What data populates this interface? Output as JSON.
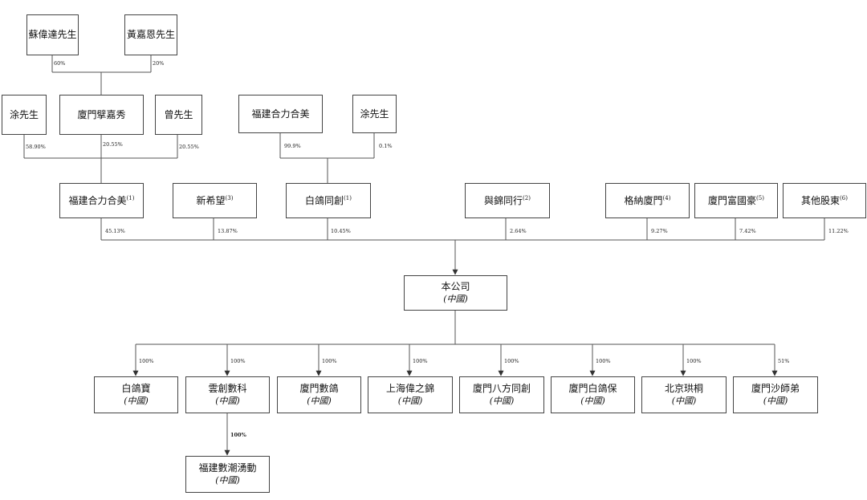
{
  "persons": {
    "su": "蘇偉達先生",
    "huang": "黃嘉恩先生",
    "tu1": "涂先生",
    "xiamen_juejia": "廈門擘嘉秀",
    "zeng": "曾先生",
    "fujian_top": "福建合力合美",
    "tu2": "涂先生"
  },
  "shareholders": {
    "fujian_hlhm": {
      "name": "福建合力合美",
      "note": "(1)"
    },
    "xinxiwang": {
      "name": "新希望",
      "note": "(3)"
    },
    "baige_tongchuang": {
      "name": "白鴿同創",
      "note": "(1)"
    },
    "yujin_tongxing": {
      "name": "與錦同行",
      "note": "(2)"
    },
    "genaxiamen": {
      "name": "格納廈門",
      "note": "(4)"
    },
    "xiamen_fuguohao": {
      "name": "廈門富國豪",
      "note": "(5)"
    },
    "other": {
      "name": "其他股東",
      "note": "(6)"
    }
  },
  "company": {
    "name": "本公司",
    "sub": "(中國)"
  },
  "subsidiaries": {
    "s1": {
      "name": "白鴿寶",
      "sub": "(中國)"
    },
    "s2": {
      "name": "雲創數科",
      "sub": "(中國)"
    },
    "s3": {
      "name": "廈門數鴿",
      "sub": "(中國)"
    },
    "s4": {
      "name": "上海偉之錦",
      "sub": "(中國)"
    },
    "s5": {
      "name": "廈門八方同創",
      "sub": "(中國)"
    },
    "s6": {
      "name": "廈門白鴿保",
      "sub": "(中國)"
    },
    "s7": {
      "name": "北京珙桐",
      "sub": "(中國)"
    },
    "s8": {
      "name": "廈門沙師弟",
      "sub": "(中國)"
    },
    "s9": {
      "name": "福建數潮湧動",
      "sub": "(中國)"
    }
  },
  "percentages": {
    "su_to_juejia": "60%",
    "huang_to_juejia": "20%",
    "tu_to_hlhm": "58.90%",
    "juejia_to_hlhm": "20.55%",
    "zeng_to_hlhm": "20.55%",
    "fujian_to_baige": "99.9%",
    "tu2_to_baige": "0.1%",
    "hlhm_to_company": "45.13%",
    "xinxiwang_to_company": "13.87%",
    "baige_to_company": "10.45%",
    "yujin_to_company": "2.64%",
    "gena_to_company": "9.27%",
    "fuguohao_to_company": "7.42%",
    "other_to_company": "11.22%",
    "company_to_s1": "100%",
    "company_to_s2": "100%",
    "company_to_s3": "100%",
    "company_to_s4": "100%",
    "company_to_s5": "100%",
    "company_to_s6": "100%",
    "company_to_s7": "100%",
    "company_to_s8": "51%",
    "s2_to_s9": "100%"
  }
}
